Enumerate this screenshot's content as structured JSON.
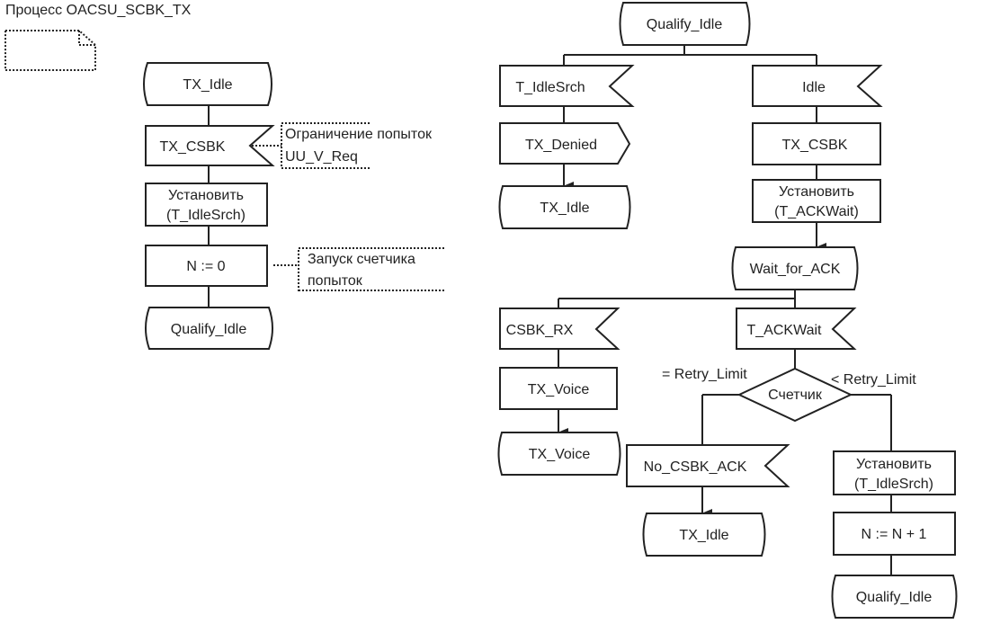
{
  "title": "Процесс OACSU_SCBK_TX",
  "left": {
    "start_state": "TX_Idle",
    "input_signal": "TX_CSBK",
    "comment_1": [
      "Ограничение попыток",
      "UU_V_Req"
    ],
    "set_task": [
      "Установить",
      "(T_IdleSrch)"
    ],
    "assign_task": "N := 0",
    "comment_2": [
      "Запуск счетчика",
      "попыток"
    ],
    "next_state": "Qualify_Idle"
  },
  "right": {
    "state_qualify": "Qualify_Idle",
    "branch_a": {
      "input": "T_IdleSrch",
      "output": "TX_Denied",
      "next_state": "TX_Idle"
    },
    "branch_b": {
      "input": "Idle",
      "task": "TX_CSBK",
      "set_task": [
        "Установить",
        "(T_ACKWait)"
      ],
      "state_wait": "Wait_for_ACK"
    },
    "branch_c": {
      "input": "CSBK_RX",
      "task": "TX_Voice",
      "next_state": "TX_Voice"
    },
    "branch_d": {
      "input": "T_ACKWait",
      "decision": "Счетчик",
      "label_eq": "= Retry_Limit",
      "label_lt": "< Retry_Limit",
      "eq_branch": {
        "input": "No_CSBK_ACK",
        "next_state": "TX_Idle"
      },
      "lt_branch": {
        "set_task": [
          "Установить",
          "(T_IdleSrch)"
        ],
        "assign_task": "N := N + 1",
        "next_state": "Qualify_Idle"
      }
    }
  }
}
